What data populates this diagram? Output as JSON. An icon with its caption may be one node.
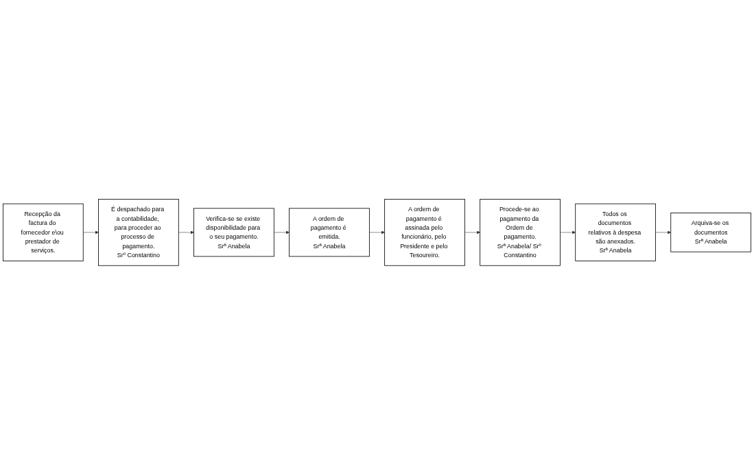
{
  "diagram": {
    "nodes": [
      {
        "text": [
          "Recepção da factura do fornecedor e\\ou prestador de serviços."
        ]
      },
      {
        "text": [
          "É despachado para a contabilidade, para proceder ao processo de pagamento.",
          "Srº Constantino"
        ]
      },
      {
        "text": [
          "Verifica-se se existe disponibilidade para o seu pagamento.",
          "Srª Anabela"
        ]
      },
      {
        "text": [
          "A ordem de pagamento é emitida.",
          "Srª Anabela"
        ]
      },
      {
        "text": [
          "A ordem de pagamento é assinada pelo funcionário, pelo Presidente e pelo Tesoureiro."
        ]
      },
      {
        "text": [
          "Procede-se ao pagamento da Ordem de pagamento.",
          "Srª Anabela/ Srº Constantino"
        ]
      },
      {
        "text": [
          "Todos os documentos relativos à despesa são anexados.",
          "Srª Anabela"
        ]
      },
      {
        "text": [
          "Arquiva-se os documentos",
          "Srª Anabela"
        ]
      }
    ],
    "edges": [
      {
        "from": 0,
        "to": 1,
        "arrow": "to"
      },
      {
        "from": 1,
        "to": 2,
        "arrow": "to"
      },
      {
        "from": 2,
        "to": 3,
        "arrow": "to"
      },
      {
        "from": 3,
        "to": 4,
        "arrow": "to"
      },
      {
        "from": 4,
        "to": 5,
        "arrow": "to"
      },
      {
        "from": 5,
        "to": 6,
        "arrow": "to"
      },
      {
        "from": 6,
        "to": 7,
        "arrow": "to"
      }
    ]
  }
}
